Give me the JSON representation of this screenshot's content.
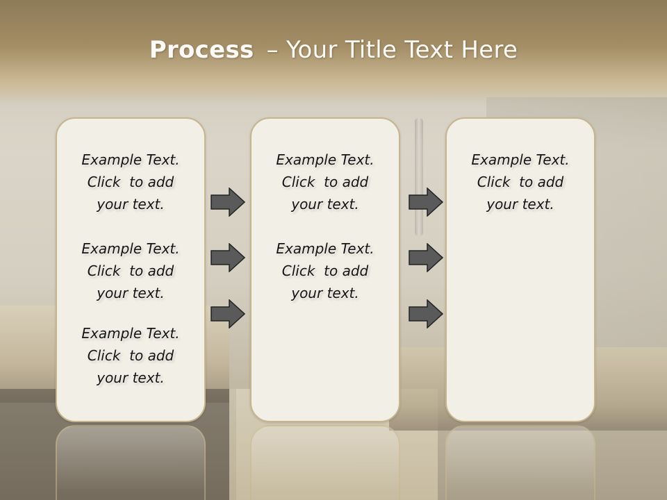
{
  "slide": {
    "title_bold": "Process",
    "title_rest": "– Your Title Text Here"
  },
  "columns": [
    {
      "items": [
        {
          "line1": "Example Text.",
          "line2": "Click  to add",
          "line3": "your text."
        },
        {
          "line1": "Example Text.",
          "line2": "Click  to add",
          "line3": "your text."
        },
        {
          "line1": "Example Text.",
          "line2": "Click  to add",
          "line3": "your text."
        }
      ]
    },
    {
      "items": [
        {
          "line1": "Example Text.",
          "line2": "Click  to add",
          "line3": "your text."
        },
        {
          "line1": "Example Text.",
          "line2": "Click  to add",
          "line3": "your text."
        }
      ]
    },
    {
      "items": [
        {
          "line1": "Example Text.",
          "line2": "Click  to add",
          "line3": "your text."
        }
      ]
    }
  ],
  "icons": {
    "arrow": "right-arrow-icon"
  },
  "colors": {
    "box_fill": "#f2efe7",
    "box_border": "#c6b58d",
    "arrow_fill": "#5a5a5a",
    "title_text": "#fbfaf6"
  }
}
